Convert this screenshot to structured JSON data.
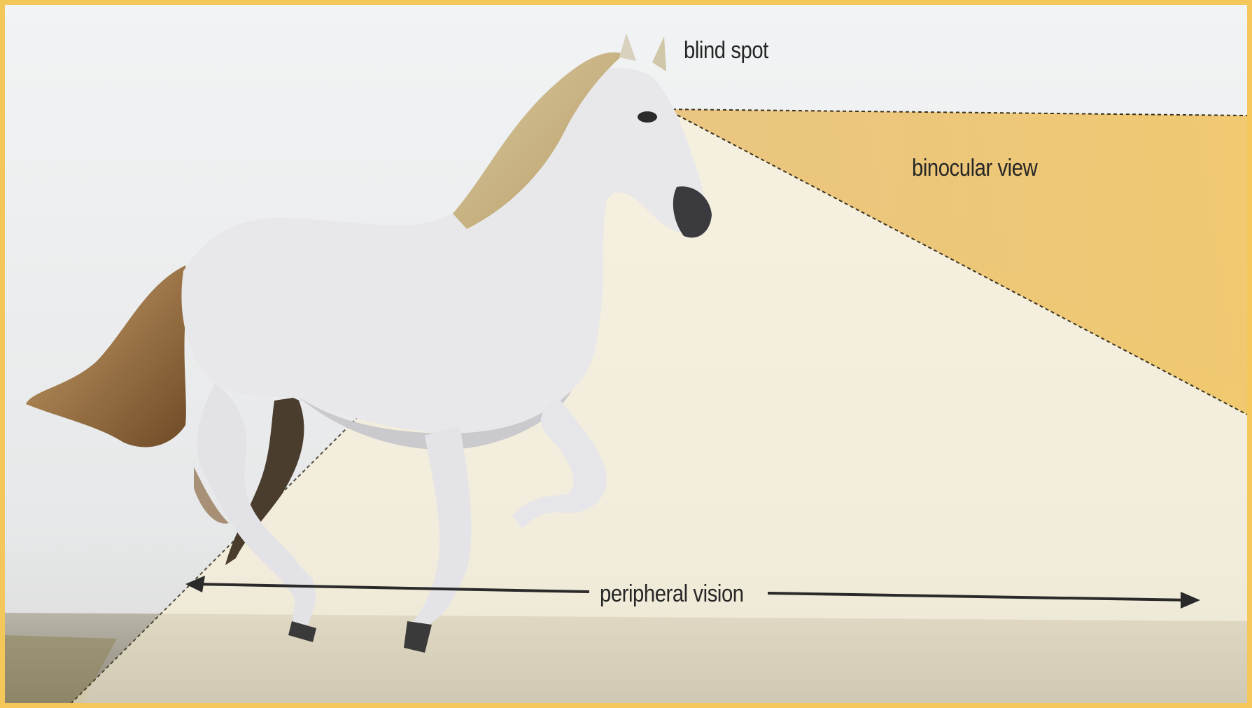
{
  "diagram": {
    "labels": {
      "blind_spot": "blind spot",
      "binocular_view": "binocular view",
      "peripheral_vision": "peripheral vision"
    },
    "colors": {
      "border": "#f4c75a",
      "sky": "#eceeef",
      "binocular_band": "#efc66b",
      "peripheral_zone": "#f7efd6",
      "arrow": "#2a2a2a",
      "horse": "#e9e9ec",
      "mane": "#c9b58a",
      "tail": "#9a6e3d",
      "ground": "#9e9a8e"
    },
    "icons": {
      "arrow_left": "arrow-left-icon",
      "arrow_right": "arrow-right-icon"
    }
  }
}
